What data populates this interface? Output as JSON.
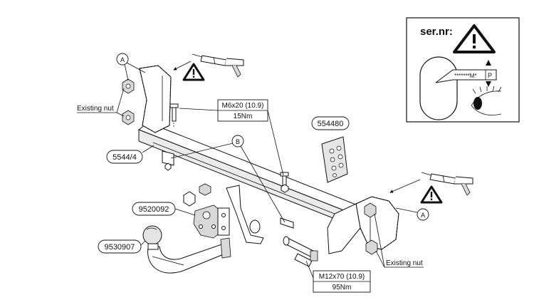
{
  "part_numbers": {
    "main_bar": "5544/4",
    "electrical_kit": "554480",
    "bracket": "9520092",
    "tow_ball": "9530907"
  },
  "callouts": {
    "detail_a": "A",
    "detail_b": "B"
  },
  "bolt_specs": {
    "small_bolt": {
      "size": "M6x20 (10.9)",
      "torque": "15Nm"
    },
    "large_bolt": {
      "size": "M12x70 (10.9)",
      "torque": "95Nm"
    }
  },
  "notes": {
    "existing_nut": "Existing nut"
  },
  "serial_panel": {
    "title": "ser.nr:",
    "plate_text": "*******M*",
    "plate_p": "P"
  },
  "icons": [
    "warning-triangle-icon",
    "sealant-gun-icon",
    "eye-icon"
  ]
}
